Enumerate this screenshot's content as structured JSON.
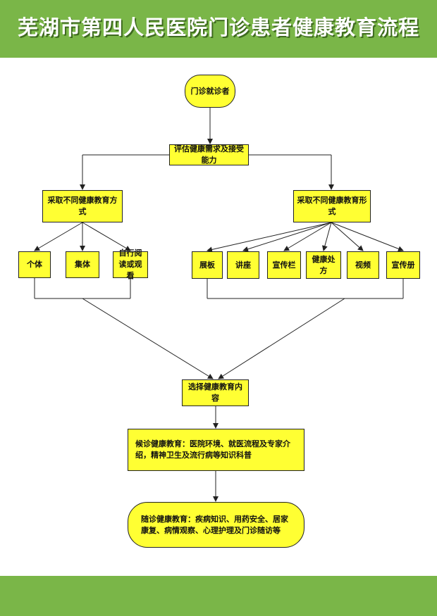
{
  "header": {
    "title": "芜湖市第四人民医院门诊患者健康教育流程"
  },
  "colors": {
    "band": "#7ab648",
    "box": "#ffff33",
    "line": "#222222"
  },
  "nodes": {
    "start": "门诊就诊者",
    "assess": "评估健康需求及接受能力",
    "methods": "采取不同健康教育方式",
    "forms": "采取不同健康教育形式",
    "individual": "个体",
    "group": "集体",
    "self_read": "自行阅读或观看",
    "display_board": "展板",
    "lecture": "讲座",
    "bulletin": "宣传栏",
    "prescription": "健康处方",
    "video": "视频",
    "booklet": "宣传册",
    "content": "选择健康教育内容",
    "waiting": "候诊健康教育：医院环境、就医流程及专家介绍，精神卫生及流行病等知识科普",
    "followup": "随诊健康教育：疾病知识、用药安全、居家康复、病情观察、心理护理及门诊随访等"
  }
}
